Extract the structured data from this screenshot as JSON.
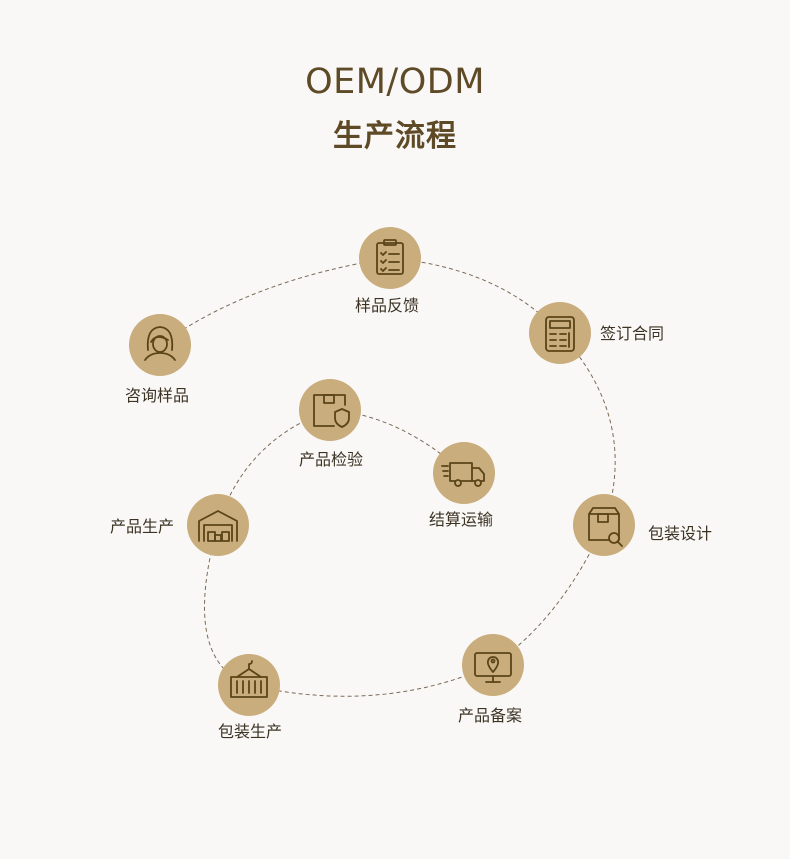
{
  "title_en": "OEM/ODM",
  "title_cn": "生产流程",
  "colors": {
    "circle": "#c9ad7c",
    "icon": "#5a4418",
    "title": "#5e4a26",
    "path": "#7a6a58"
  },
  "steps": [
    {
      "label": "咨询样品",
      "icon": "woman-icon"
    },
    {
      "label": "样品反馈",
      "icon": "clipboard-checklist-icon"
    },
    {
      "label": "签订合同",
      "icon": "calculator-icon"
    },
    {
      "label": "包装设计",
      "icon": "box-search-icon"
    },
    {
      "label": "产品备案",
      "icon": "monitor-location-icon"
    },
    {
      "label": "包装生产",
      "icon": "cargo-container-icon"
    },
    {
      "label": "产品生产",
      "icon": "warehouse-icon"
    },
    {
      "label": "产品检验",
      "icon": "box-shield-icon"
    },
    {
      "label": "结算运输",
      "icon": "delivery-truck-icon"
    }
  ]
}
